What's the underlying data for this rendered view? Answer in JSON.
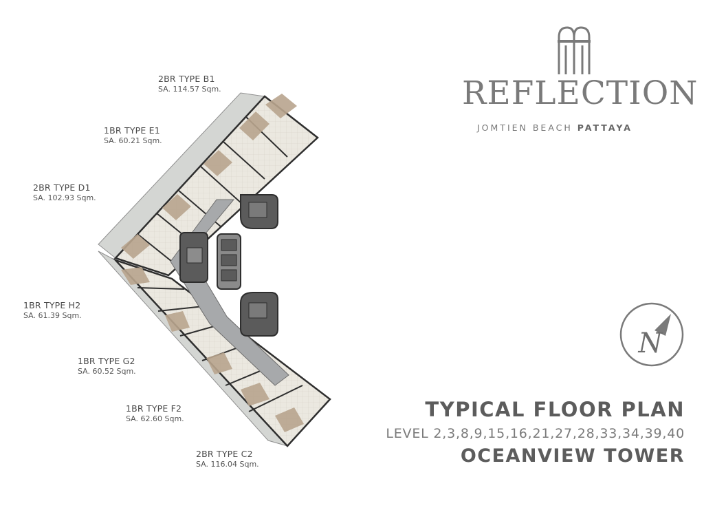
{
  "brand": {
    "name": "REFLECTION",
    "location_light": "JOMTIEN BEACH",
    "location_strong": "PATTAYA"
  },
  "north_symbol": "N",
  "plan_title": "TYPICAL FLOOR PLAN",
  "levels": "LEVEL 2,3,8,9,15,16,21,27,28,33,34,39,40",
  "tower": "OCEANVIEW TOWER",
  "units": [
    {
      "type": "2BR TYPE B1",
      "area": "SA. 114.57 Sqm."
    },
    {
      "type": "1BR TYPE E1",
      "area": "SA. 60.21 Sqm."
    },
    {
      "type": "2BR TYPE D1",
      "area": "SA. 102.93 Sqm."
    },
    {
      "type": "1BR TYPE H2",
      "area": "SA. 61.39 Sqm."
    },
    {
      "type": "1BR TYPE G2",
      "area": "SA. 60.52 Sqm."
    },
    {
      "type": "1BR TYPE F2",
      "area": "SA. 62.60 Sqm."
    },
    {
      "type": "2BR TYPE C2",
      "area": "SA. 116.04 Sqm."
    }
  ],
  "colors": {
    "wall": "#2e2e2e",
    "balcony": "#d4d6d3",
    "floor_wood": "#b9a58e",
    "floor_tile": "#ebe8e0",
    "corridor": "#a7a9ab",
    "core": "#5b5b5b",
    "text": "#5c5c5c"
  }
}
